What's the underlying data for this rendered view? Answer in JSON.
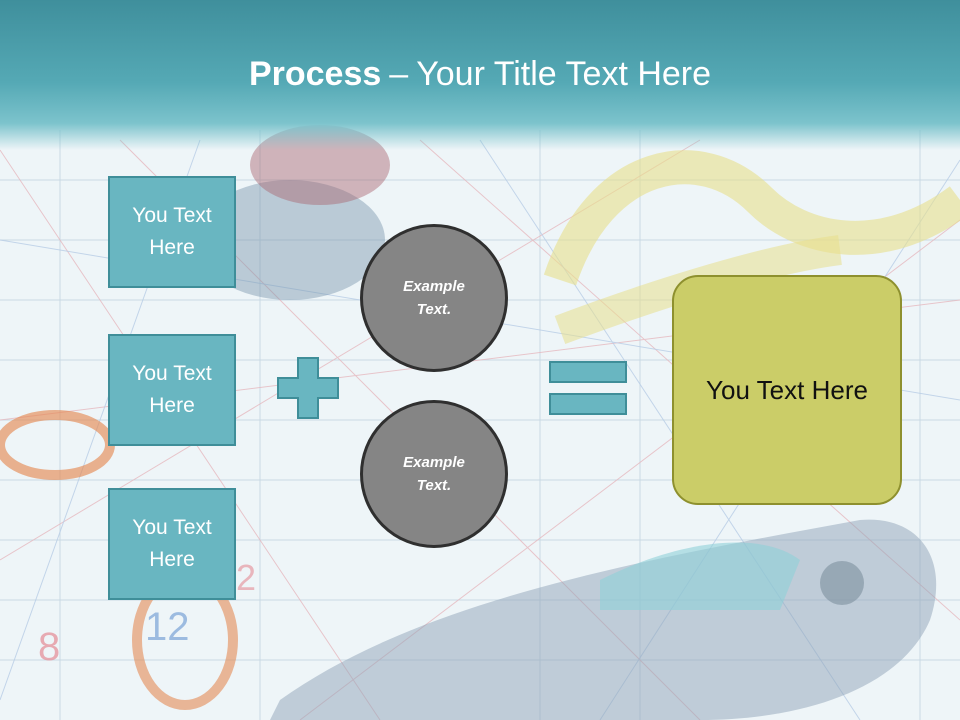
{
  "title": {
    "bold": "Process",
    "separator": "–",
    "rest": "Your Title Text Here"
  },
  "left_boxes": [
    {
      "label": "You Text Here"
    },
    {
      "label": "You Text Here"
    },
    {
      "label": "You Text Here"
    }
  ],
  "circles": [
    {
      "label": "Example Text."
    },
    {
      "label": "Example Text."
    }
  ],
  "result": {
    "label": "You Text Here"
  },
  "colors": {
    "header": "#55a9b5",
    "box_fill": "#69b6c1",
    "circle_fill": "#858585",
    "result_fill": "#cbcd68"
  },
  "icons": {
    "operator_1": "plus-icon",
    "operator_2": "equals-icon"
  }
}
